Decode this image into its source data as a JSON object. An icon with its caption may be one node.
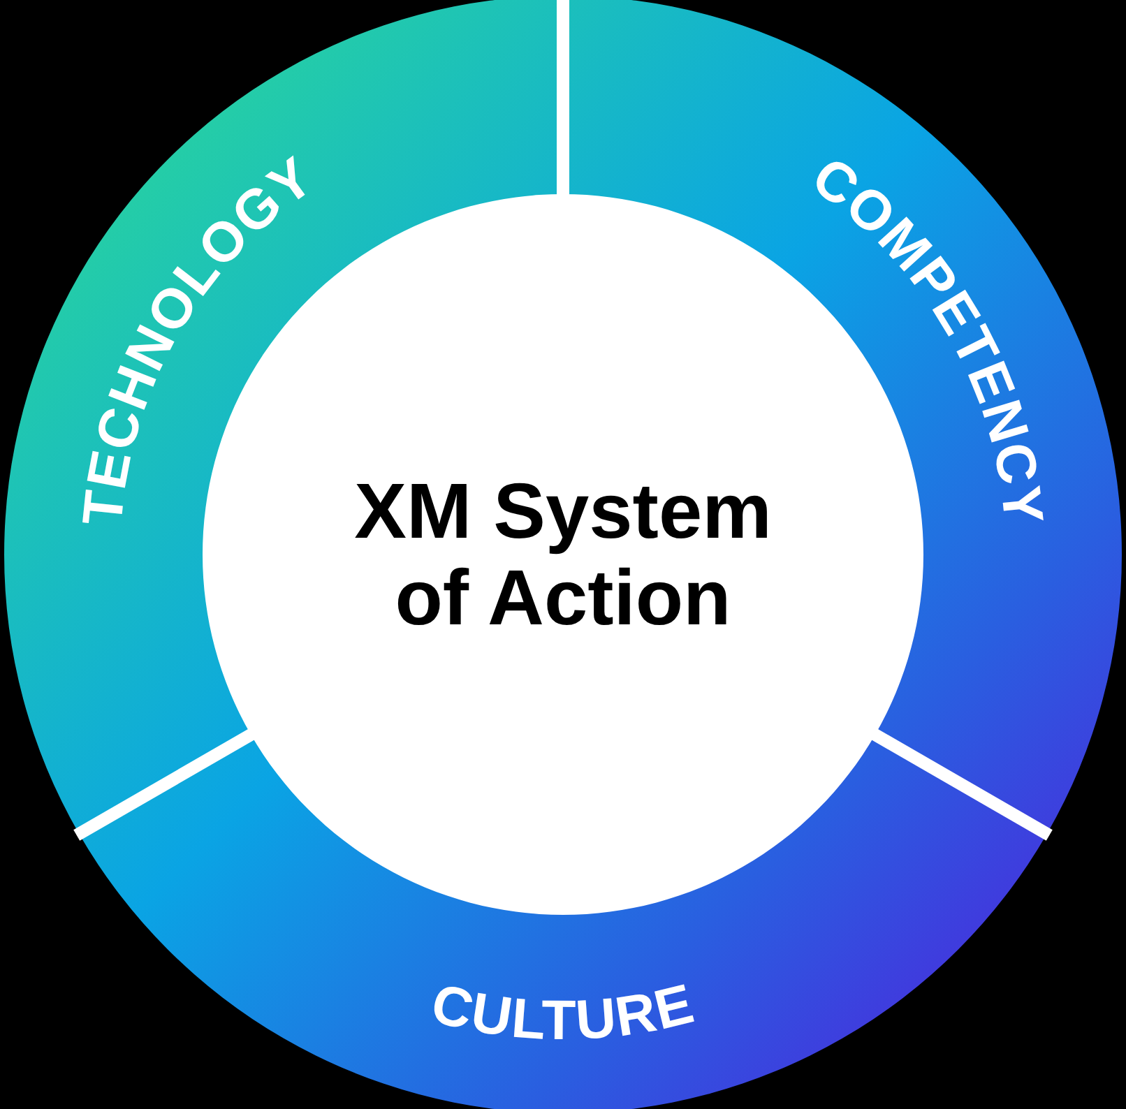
{
  "diagram": {
    "nodes": [
      {
        "text": [
          "XM System of Action"
        ]
      },
      {
        "text": [
          "TECHNOLOGY"
        ]
      },
      {
        "text": [
          "COMPETENCY"
        ]
      },
      {
        "text": [
          "CULTURE"
        ]
      }
    ]
  }
}
